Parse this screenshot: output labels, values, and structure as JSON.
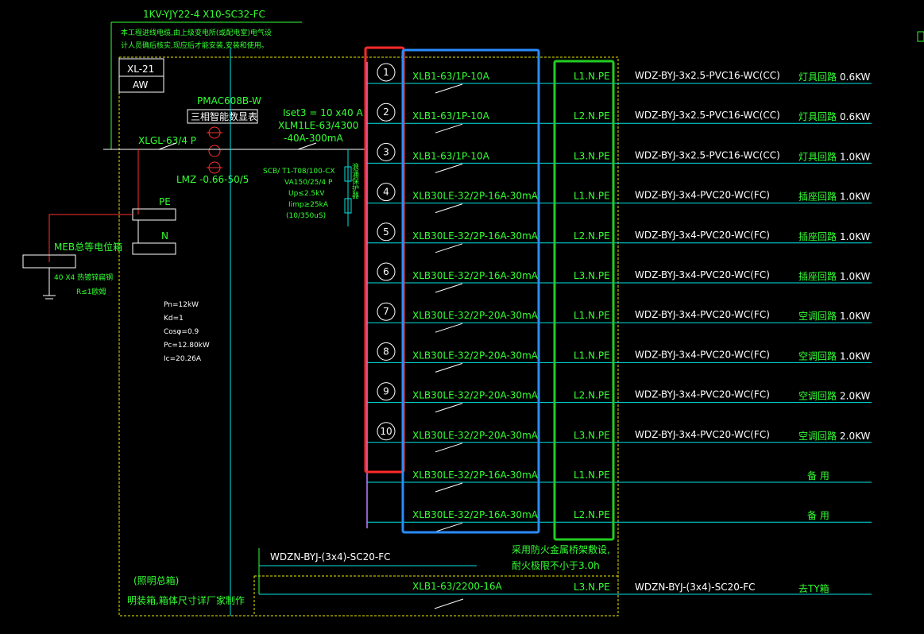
{
  "colors": {
    "background": "#000000",
    "text_green": "#33ff33",
    "text_white": "#ffffff",
    "wire_cyan": "#00e5e5",
    "dash_yellow": "#e8e800",
    "bus_violet": "#c080ff",
    "highlight_red": "#ff2a2a",
    "highlight_blue": "#2a8cff",
    "highlight_green": "#22cc22"
  },
  "incoming_cable": "1KV-YJY22-4 X10-SC32-FC",
  "note_lines": [
    "本工程进线电缆,由上级变电所(或配电室)电气设",
    "计人员确后核实,现应后才能安装,安装和使用。"
  ],
  "panel": {
    "name": "XL-21",
    "type": "AW"
  },
  "meter": {
    "model": "PMAC608B-W",
    "label": "三相智能数显表"
  },
  "main_breaker": "XLGL-63/4 P",
  "ct": "LMZ -0.66-50/5",
  "rcd": {
    "iset": "Iset3 = 10 x40 A",
    "model": "XLM1LE-63/4300",
    "rating": "-40A-300mA"
  },
  "spd": {
    "model": "SCB/ T1-T08/100-CX",
    "lines": [
      "VA150/25/4 P",
      "Up≤2.5kV",
      "Iimp≥25kA",
      "(10/350uS)"
    ],
    "side_label": "浪涌保护器"
  },
  "bus_labels": {
    "pe": "PE",
    "n": "N"
  },
  "meb": {
    "label": "MEB总等电位箱",
    "conductor": "40 X4 热镀锌扁钢",
    "resistance": "R≤1欧姆"
  },
  "calc": [
    "Pn=12kW",
    "Kd=1",
    "Cosφ=0.9",
    "Pc=12.80kW",
    "Ic=20.26A"
  ],
  "circuits": [
    {
      "no": "1",
      "breaker": "XLB1-63/1P-10A",
      "phase": "L1.N.PE",
      "cable": "WDZ-BYJ-3x2.5-PVC16-WC(CC)",
      "use": "灯具回路",
      "power": "0.6KW"
    },
    {
      "no": "2",
      "breaker": "XLB1-63/1P-10A",
      "phase": "L2.N.PE",
      "cable": "WDZ-BYJ-3x2.5-PVC16-WC(CC)",
      "use": "灯具回路",
      "power": "0.6KW"
    },
    {
      "no": "3",
      "breaker": "XLB1-63/1P-10A",
      "phase": "L3.N.PE",
      "cable": "WDZ-BYJ-3x2.5-PVC16-WC(CC)",
      "use": "灯具回路",
      "power": "1.0KW"
    },
    {
      "no": "4",
      "breaker": "XLB30LE-32/2P-16A-30mA",
      "phase": "L1.N.PE",
      "cable": "WDZ-BYJ-3x4-PVC20-WC(FC)",
      "use": "插座回路",
      "power": "1.0KW"
    },
    {
      "no": "5",
      "breaker": "XLB30LE-32/2P-16A-30mA",
      "phase": "L2.N.PE",
      "cable": "WDZ-BYJ-3x4-PVC20-WC(FC)",
      "use": "插座回路",
      "power": "1.0KW"
    },
    {
      "no": "6",
      "breaker": "XLB30LE-32/2P-16A-30mA",
      "phase": "L3.N.PE",
      "cable": "WDZ-BYJ-3x4-PVC20-WC(FC)",
      "use": "插座回路",
      "power": "1.0KW"
    },
    {
      "no": "7",
      "breaker": "XLB30LE-32/2P-20A-30mA",
      "phase": "L1.N.PE",
      "cable": "WDZ-BYJ-3x4-PVC20-WC(FC)",
      "use": "空调回路",
      "power": "1.0KW"
    },
    {
      "no": "8",
      "breaker": "XLB30LE-32/2P-20A-30mA",
      "phase": "L1.N.PE",
      "cable": "WDZ-BYJ-3x4-PVC20-WC(FC)",
      "use": "空调回路",
      "power": "1.0KW"
    },
    {
      "no": "9",
      "breaker": "XLB30LE-32/2P-20A-30mA",
      "phase": "L2.N.PE",
      "cable": "WDZ-BYJ-3x4-PVC20-WC(FC)",
      "use": "空调回路",
      "power": "2.0KW"
    },
    {
      "no": "10",
      "breaker": "XLB30LE-32/2P-20A-30mA",
      "phase": "L3.N.PE",
      "cable": "WDZ-BYJ-3x4-PVC20-WC(FC)",
      "use": "空调回路",
      "power": "2.0KW"
    },
    {
      "no": "",
      "breaker": "XLB30LE-32/2P-16A-30mA",
      "phase": "L1.N.PE",
      "cable": "",
      "use": "备 用",
      "power": ""
    },
    {
      "no": "",
      "breaker": "XLB30LE-32/2P-16A-30mA",
      "phase": "L2.N.PE",
      "cable": "",
      "use": "备 用",
      "power": ""
    }
  ],
  "fire_note": [
    "采用防火金属桥架敷设,",
    "耐火极限不小于3.0h"
  ],
  "emergency": {
    "cable_top": "WDZN-BYJ-(3x4)-SC20-FC",
    "breaker": "XLB1-63/2200-16A",
    "phase": "L3.N.PE",
    "cable": "WDZN-BYJ-(3x4)-SC20-FC",
    "use": "去TY箱"
  },
  "box_note": [
    "(照明总箱)",
    "明装箱,箱体尺寸详厂家制作"
  ]
}
